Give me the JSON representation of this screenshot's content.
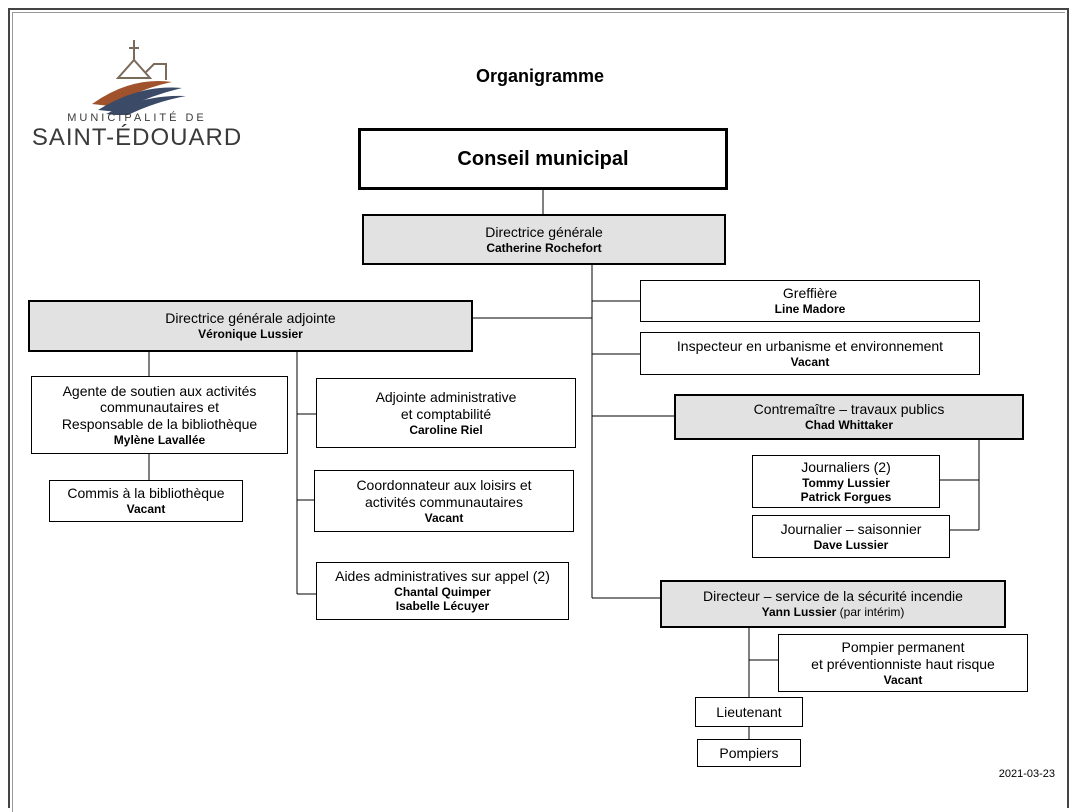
{
  "logo": {
    "line1": "MUNICIPALITÉ DE",
    "line2": "SAINT-ÉDOUARD",
    "colors": {
      "roof": "#7a6a5a",
      "swoosh_dark": "#3b4a66",
      "swoosh_light": "#a0522d"
    }
  },
  "title": "Organigramme",
  "date": "2021-03-23",
  "nodes": {
    "conseil": {
      "title": "Conseil municipal"
    },
    "dg": {
      "title": "Directrice générale",
      "name": "Catherine Rochefort"
    },
    "dga": {
      "title": "Directrice générale adjointe",
      "name": "Véronique Lussier"
    },
    "agente": {
      "title_lines": [
        "Agente de soutien aux activités",
        "communautaires et",
        "Responsable de la bibliothèque"
      ],
      "name": "Mylène Lavallée"
    },
    "commis": {
      "title": "Commis à la bibliothèque",
      "name": "Vacant"
    },
    "adjointe": {
      "title_lines": [
        "Adjointe administrative",
        "et comptabilité"
      ],
      "name": "Caroline Riel"
    },
    "coordo": {
      "title_lines": [
        "Coordonnateur aux loisirs et",
        "activités communautaires"
      ],
      "name": "Vacant"
    },
    "aides": {
      "title": "Aides administratives sur appel (2)",
      "names": [
        "Chantal Quimper",
        "Isabelle Lécuyer"
      ]
    },
    "greffiere": {
      "title": "Greffière",
      "name": "Line Madore"
    },
    "inspecteur": {
      "title": "Inspecteur en urbanisme et environnement",
      "name": "Vacant"
    },
    "contremaitre": {
      "title": "Contremaître – travaux publics",
      "name": "Chad Whittaker"
    },
    "journaliers": {
      "title": "Journaliers (2)",
      "names": [
        "Tommy Lussier",
        "Patrick Forgues"
      ]
    },
    "saisonnier": {
      "title": "Journalier – saisonnier",
      "name": "Dave Lussier"
    },
    "directeur_incendie": {
      "title": "Directeur –  service de la sécurité incendie",
      "name": "Yann Lussier",
      "note": "(par intérim)"
    },
    "pompier_permanent": {
      "title_lines": [
        "Pompier permanent",
        "et préventionniste haut risque"
      ],
      "name": "Vacant"
    },
    "lieutenant": {
      "title": "Lieutenant"
    },
    "pompiers": {
      "title": "Pompiers"
    }
  }
}
